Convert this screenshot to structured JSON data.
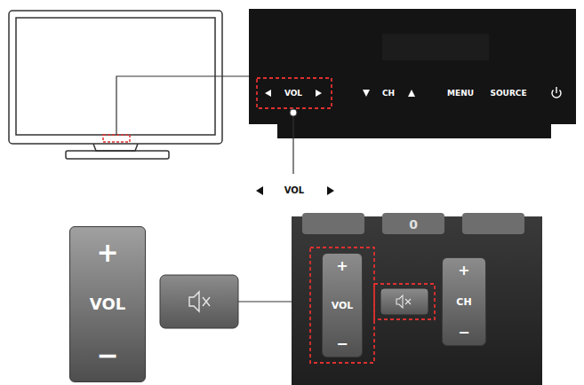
{
  "diagram": {
    "nodes": [
      {
        "text": [
          "+",
          "VOL",
          "−"
        ]
      },
      {
        "text": [
          "+",
          "VOL",
          "−"
        ]
      },
      {
        "text": [
          "+",
          "CH",
          "−"
        ]
      }
    ],
    "labels": [
      "VOL",
      "CH",
      "MENU",
      "SOURCE",
      "VOL",
      "0"
    ]
  }
}
